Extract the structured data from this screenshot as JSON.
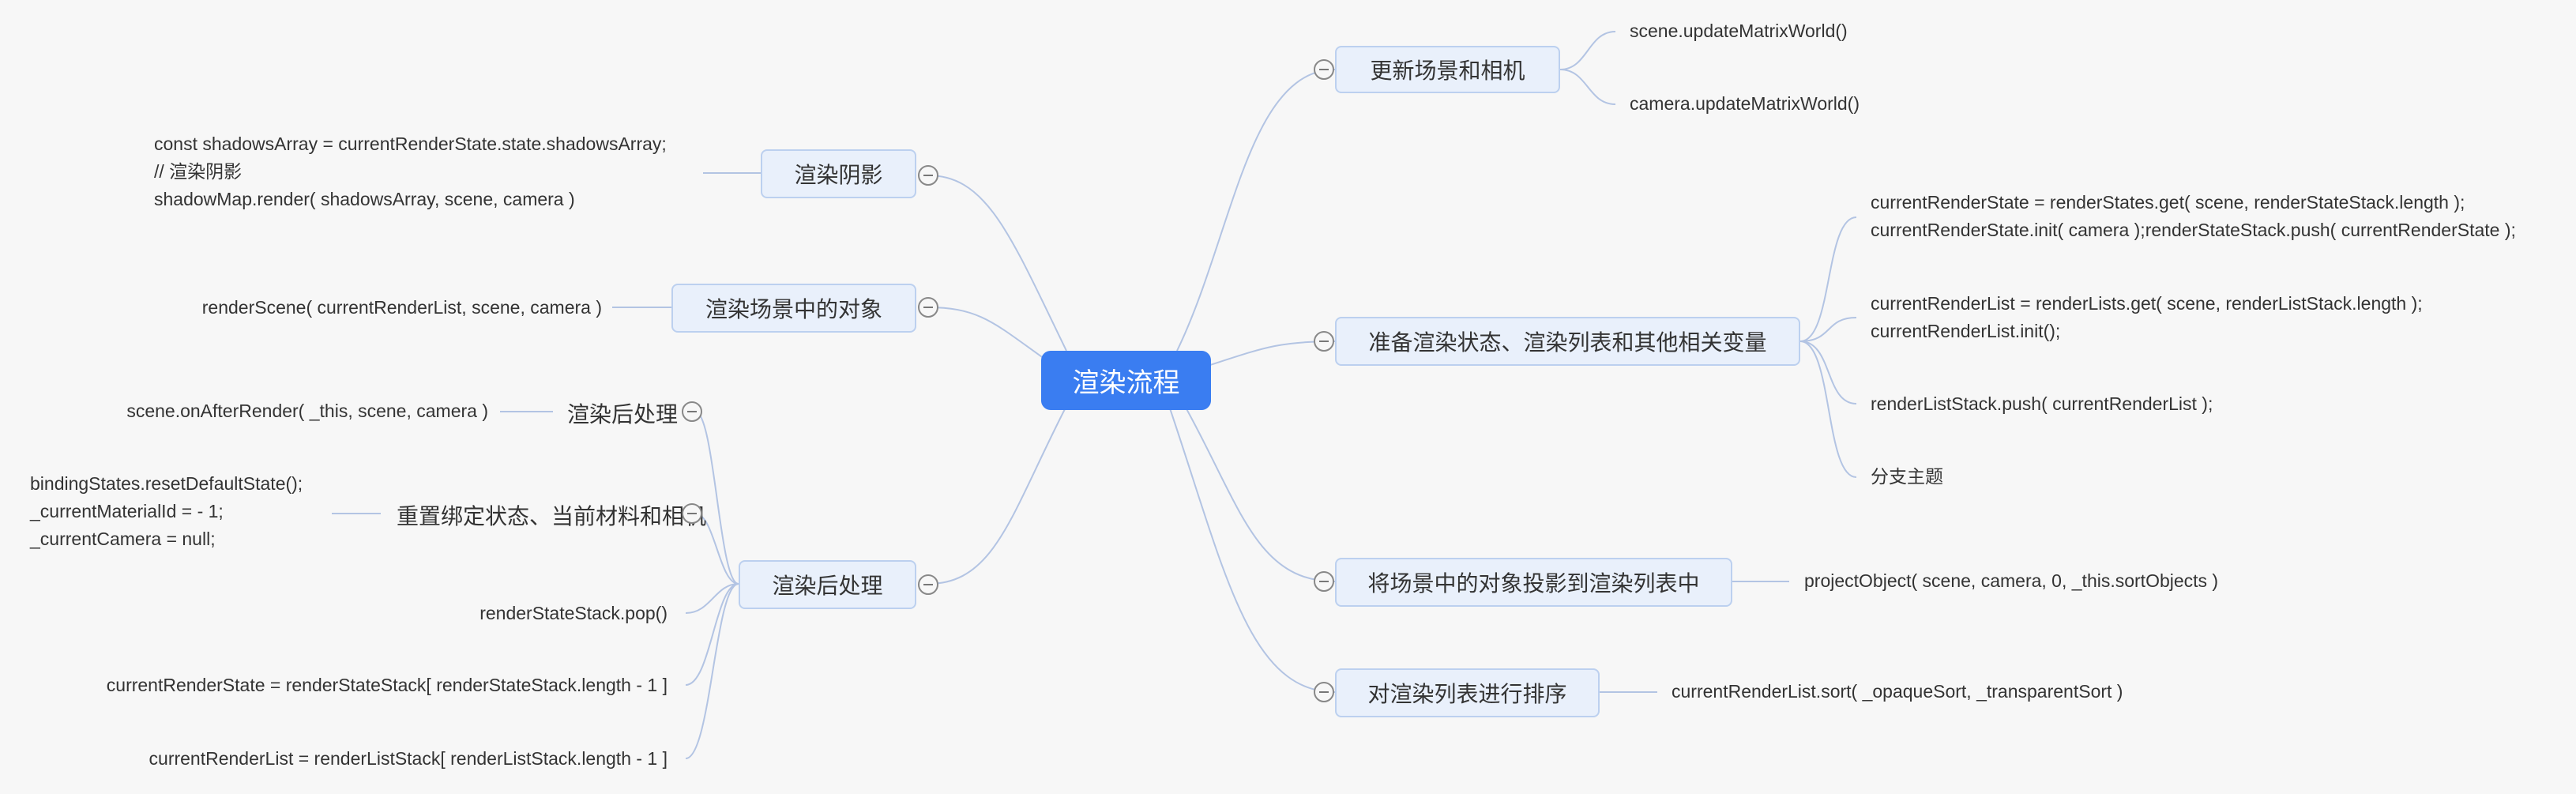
{
  "root": {
    "label": "渲染流程"
  },
  "right": {
    "update_scene": {
      "label": "更新场景和相机",
      "items": [
        "scene.updateMatrixWorld()",
        "camera.updateMatrixWorld()"
      ]
    },
    "prepare": {
      "label": "准备渲染状态、渲染列表和其他相关变量",
      "items": [
        "currentRenderState = renderStates.get( scene, renderStateStack.length );\ncurrentRenderState.init( camera );renderStateStack.push( currentRenderState );",
        "currentRenderList = renderLists.get( scene, renderListStack.length );\ncurrentRenderList.init();",
        "renderListStack.push( currentRenderList );",
        "分支主题"
      ]
    },
    "project": {
      "label": "将场景中的对象投影到渲染列表中",
      "items": [
        "projectObject( scene, camera, 0, _this.sortObjects )"
      ]
    },
    "sort": {
      "label": "对渲染列表进行排序",
      "items": [
        "currentRenderList.sort( _opaqueSort, _transparentSort )"
      ]
    }
  },
  "left": {
    "shadows": {
      "label": "渲染阴影",
      "items": [
        "const shadowsArray = currentRenderState.state.shadowsArray;\n// 渲染阴影\nshadowMap.render( shadowsArray, scene, camera )"
      ]
    },
    "render_scene": {
      "label": "渲染场景中的对象",
      "items": [
        "renderScene( currentRenderList, scene, camera )"
      ]
    },
    "post": {
      "label": "渲染后处理",
      "sub_post": {
        "label": "渲染后处理",
        "items": [
          "scene.onAfterRender( _this, scene, camera )"
        ]
      },
      "sub_reset": {
        "label": "重置绑定状态、当前材料和相机",
        "items": [
          "bindingStates.resetDefaultState();\n_currentMaterialId = - 1;\n_currentCamera = null;"
        ]
      },
      "items": [
        "renderStateStack.pop()",
        "currentRenderState = renderStateStack[ renderStateStack.length - 1 ]",
        "currentRenderList = renderListStack[ renderListStack.length - 1 ]"
      ]
    }
  },
  "colors": {
    "root": "#3a7df1",
    "topic_bg": "#e9f0fb",
    "topic_border": "#bcd0ef",
    "connector": "#b3c4e3",
    "background": "#f7f7f7"
  }
}
